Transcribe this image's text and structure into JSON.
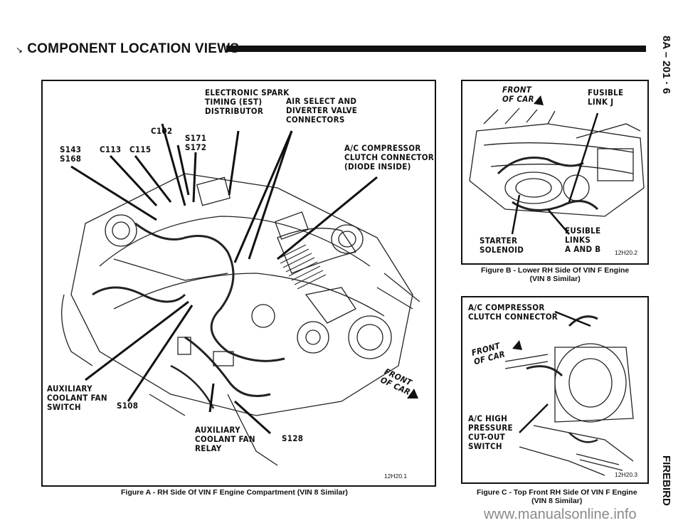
{
  "header": {
    "title": "COMPONENT LOCATION VIEWS"
  },
  "sidebar": {
    "section": "8A – 201 · 6",
    "model": "FIREBIRD"
  },
  "figure_a": {
    "labels": {
      "est": "ELECTRONIC SPARK\nTIMING (EST)\nDISTRIBUTOR",
      "air": "AIR SELECT AND\nDIVERTER VALVE\nCONNECTORS",
      "c102": "C102",
      "s171": "S171\nS172",
      "s143": "S143\nS168",
      "c113": "C113",
      "c115": "C115",
      "ac": "A/C COMPRESSOR\nCLUTCH CONNECTOR\n(DIODE INSIDE)",
      "aux_switch": "AUXILIARY\nCOOLANT FAN\nSWITCH",
      "s108": "S108",
      "aux_relay": "AUXILIARY\nCOOLANT FAN\nRELAY",
      "s128": "S128",
      "front": "FRONT\nOF CAR"
    },
    "code": "12H20.1",
    "caption": "Figure A - RH Side Of VIN F Engine Compartment (VIN 8 Similar)"
  },
  "figure_b": {
    "labels": {
      "front": "FRONT\nOF CAR",
      "fusible_j": "FUSIBLE\nLINK J",
      "starter": "STARTER\nSOLENOID",
      "fusible_ab": "FUSIBLE\nLINKS\nA AND B"
    },
    "code": "12H20.2",
    "caption": "Figure B - Lower RH Side Of VIN F Engine\n(VIN 8 Similar)"
  },
  "figure_c": {
    "labels": {
      "ac_clutch": "A/C COMPRESSOR\nCLUTCH CONNECTOR",
      "front": "FRONT\nOF CAR",
      "ac_high": "A/C HIGH\nPRESSURE\nCUT-OUT\nSWITCH"
    },
    "code": "12H20.3",
    "caption": "Figure C - Top Front RH Side Of VIN F Engine\n(VIN 8 Similar)"
  },
  "watermark": "www.manualsonline.info"
}
